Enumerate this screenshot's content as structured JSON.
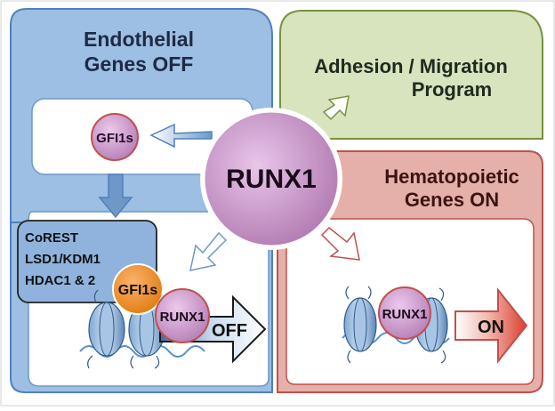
{
  "panels": {
    "endothelial": {
      "title_line1": "Endothelial",
      "title_line2": "Genes OFF",
      "fill": "#9dbfe3",
      "stroke": "#4f81bd"
    },
    "adhesion": {
      "title_line1": "Adhesion / Migration",
      "title_line2": "Program",
      "fill": "#d7e4bd",
      "stroke": "#77933c"
    },
    "hematopoietic": {
      "title_line1": "Hematopoietic",
      "title_line2": "Genes ON",
      "fill": "#e6b0aa",
      "stroke": "#c0504d"
    }
  },
  "center": {
    "label": "RUNX1",
    "fill": "#cc99cc"
  },
  "gfi1s_top": {
    "label": "GFI1s"
  },
  "corepressor": {
    "line1": "CoREST",
    "line2": "LSD1/KDM1",
    "line3": "HDAC1 & 2"
  },
  "gfi1s_bound": {
    "label": "GFI1s",
    "fill": "#f08a24"
  },
  "runx1_left": {
    "label": "RUNX1"
  },
  "runx1_right": {
    "label": "RUNX1"
  },
  "off_arrow": {
    "label": "OFF"
  },
  "on_arrow": {
    "label": "ON"
  }
}
